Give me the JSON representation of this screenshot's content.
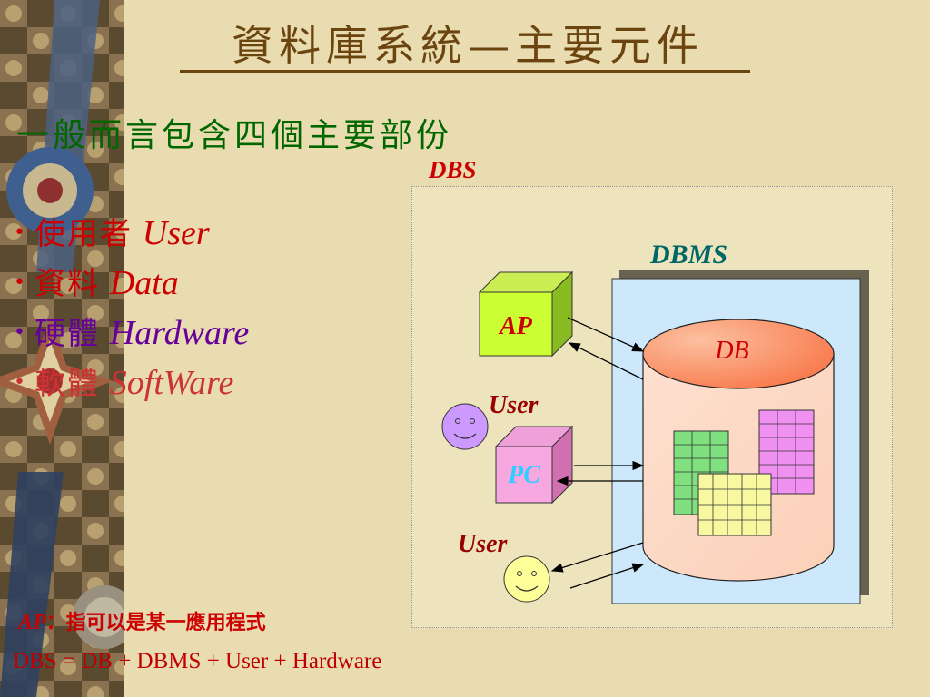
{
  "title": "資料庫系統—主要元件",
  "subtitle": "一般而言包含四個主要部份",
  "bullets": [
    {
      "zh": "使用者",
      "en": "User",
      "color": "#cc0000"
    },
    {
      "zh": "資料",
      "en": "Data",
      "color": "#cc0000"
    },
    {
      "zh": "硬體",
      "en": "Hardware",
      "color": "#660099"
    },
    {
      "zh": "軟體",
      "en": "SoftWare",
      "color": "#cc3333"
    }
  ],
  "bullet_symbol": "•",
  "diagram": {
    "dbs_label": "DBS",
    "dbms_label": "DBMS",
    "db_label": "DB",
    "ap_label": "AP",
    "pc_label": "PC",
    "user_label_1": "User",
    "user_label_2": "User"
  },
  "notes": {
    "ap_term": "AP",
    "ap_desc": "：指可以是某一應用程式",
    "formula": "DBS = DB + DBMS + User + Hardware"
  }
}
